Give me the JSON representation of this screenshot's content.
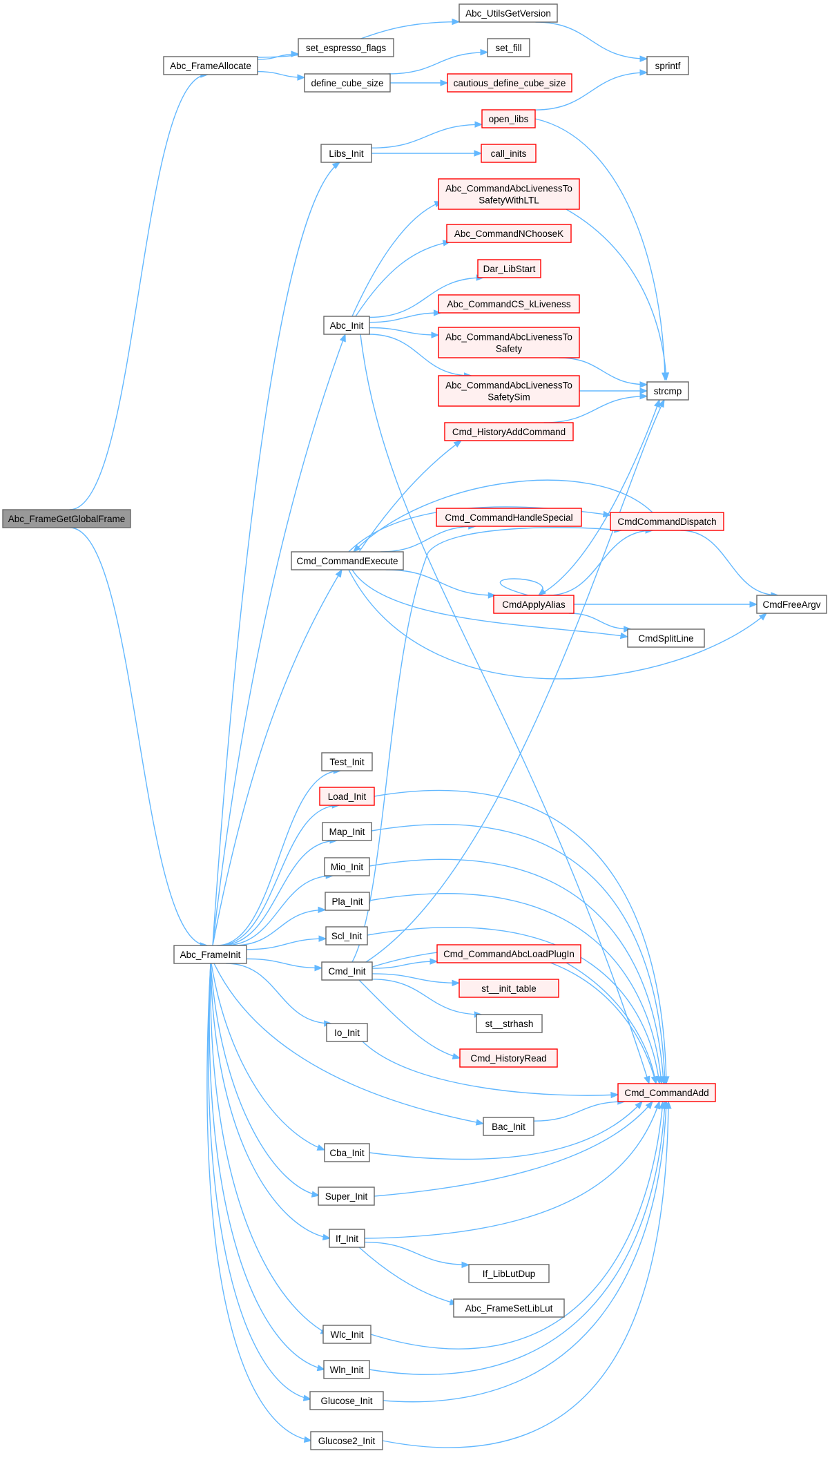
{
  "colors": {
    "edge": "#63b8ff",
    "node_border": "#666666",
    "node_border_red": "#ff0000",
    "node_fill": "#ffffff",
    "node_fill_red": "#fff0f0",
    "root_fill": "#999999"
  },
  "nodes": {
    "root": [
      "Abc_FrameGetGlobalFrame"
    ],
    "frame_allocate": [
      "Abc_FrameAllocate"
    ],
    "utils_get_version": [
      "Abc_UtilsGetVersion"
    ],
    "set_espresso_flags": [
      "set_espresso_flags"
    ],
    "define_cube_size": [
      "define_cube_size"
    ],
    "set_fill": [
      "set_fill"
    ],
    "cautious_define_cube_size": [
      "cautious_define_cube_size"
    ],
    "sprintf": [
      "sprintf"
    ],
    "libs_init": [
      "Libs_Init"
    ],
    "open_libs": [
      "open_libs"
    ],
    "call_inits": [
      "call_inits"
    ],
    "abc_init": [
      "Abc_Init"
    ],
    "liveness_ltl": [
      "Abc_CommandAbcLivenessTo",
      "SafetyWithLTL"
    ],
    "nchoosek": [
      "Abc_CommandNChooseK"
    ],
    "dar_libstart": [
      "Dar_LibStart"
    ],
    "cs_kliveness": [
      "Abc_CommandCS_kLiveness"
    ],
    "liveness_safety": [
      "Abc_CommandAbcLivenessTo",
      "Safety"
    ],
    "liveness_sim": [
      "Abc_CommandAbcLivenessTo",
      "SafetySim"
    ],
    "strcmp": [
      "strcmp"
    ],
    "history_add": [
      "Cmd_HistoryAddCommand"
    ],
    "handle_special": [
      "Cmd_CommandHandleSpecial"
    ],
    "dispatch": [
      "CmdCommandDispatch"
    ],
    "cmd_execute": [
      "Cmd_CommandExecute"
    ],
    "apply_alias": [
      "CmdApplyAlias"
    ],
    "free_argv": [
      "CmdFreeArgv"
    ],
    "split_line": [
      "CmdSplitLine"
    ],
    "test_init": [
      "Test_Init"
    ],
    "load_init": [
      "Load_Init"
    ],
    "map_init": [
      "Map_Init"
    ],
    "mio_init": [
      "Mio_Init"
    ],
    "pla_init": [
      "Pla_Init"
    ],
    "scl_init": [
      "Scl_Init"
    ],
    "frame_init": [
      "Abc_FrameInit"
    ],
    "cmd_init": [
      "Cmd_Init"
    ],
    "load_plugin": [
      "Cmd_CommandAbcLoadPlugIn"
    ],
    "st_init_table": [
      "st__init_table"
    ],
    "st_strhash": [
      "st__strhash"
    ],
    "io_init": [
      "Io_Init"
    ],
    "history_read": [
      "Cmd_HistoryRead"
    ],
    "command_add": [
      "Cmd_CommandAdd"
    ],
    "bac_init": [
      "Bac_Init"
    ],
    "cba_init": [
      "Cba_Init"
    ],
    "super_init": [
      "Super_Init"
    ],
    "if_init": [
      "If_Init"
    ],
    "if_liblutdup": [
      "If_LibLutDup"
    ],
    "frame_setliblut": [
      "Abc_FrameSetLibLut"
    ],
    "wlc_init": [
      "Wlc_Init"
    ],
    "wln_init": [
      "Wln_Init"
    ],
    "glucose_init": [
      "Glucose_Init"
    ],
    "glucose2_init": [
      "Glucose2_Init"
    ]
  }
}
